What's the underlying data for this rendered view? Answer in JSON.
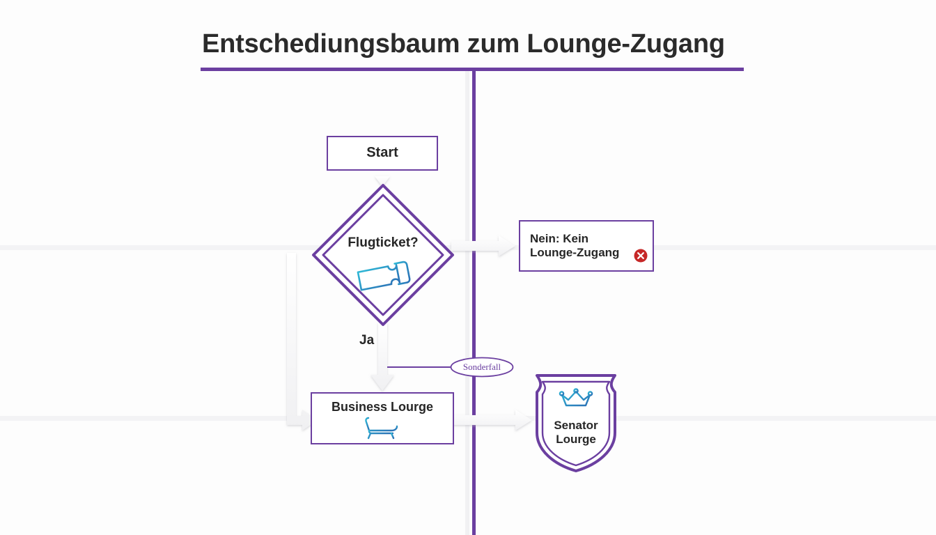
{
  "page": {
    "title": "Entschediungsbaum zum Lounge-Zugang",
    "background_color": "#fdfdfd",
    "accent_color": "#6b3fa0",
    "icon_color": "#29a8c9",
    "text_color": "#262626",
    "error_color": "#c62828"
  },
  "diagram": {
    "type": "flowchart",
    "nodes": [
      {
        "id": "start",
        "shape": "rectangle",
        "label": "Start"
      },
      {
        "id": "flugticket",
        "shape": "diamond",
        "label": "Flugticket?",
        "icon": "ticket-icon"
      },
      {
        "id": "nein",
        "shape": "rectangle",
        "label_line_1": "Nein: Kein",
        "label_line_2": "Lounge-Zugang",
        "icon": "error-circle-x-icon"
      },
      {
        "id": "business",
        "shape": "rectangle",
        "label": "Business Lourge",
        "icon": "lounge-chair-icon"
      },
      {
        "id": "senator",
        "shape": "shield",
        "label_line_1": "Senator",
        "label_line_2": "Lourge",
        "icon": "crown-icon"
      }
    ],
    "edges": [
      {
        "from": "start",
        "to": "flugticket",
        "label": ""
      },
      {
        "from": "flugticket",
        "to": "nein",
        "label": ""
      },
      {
        "from": "flugticket",
        "to": "business",
        "label": "Ja"
      },
      {
        "from": "flugticket",
        "to": "business",
        "label": "",
        "route": "left-loop"
      },
      {
        "from": "business",
        "to": "senator",
        "label": ""
      },
      {
        "from": "flugticket",
        "to": "senator",
        "label": "Sonderfall",
        "route": "special"
      }
    ],
    "edge_labels": {
      "ja": "Ja",
      "sonderfall": "Sonderfall"
    }
  }
}
